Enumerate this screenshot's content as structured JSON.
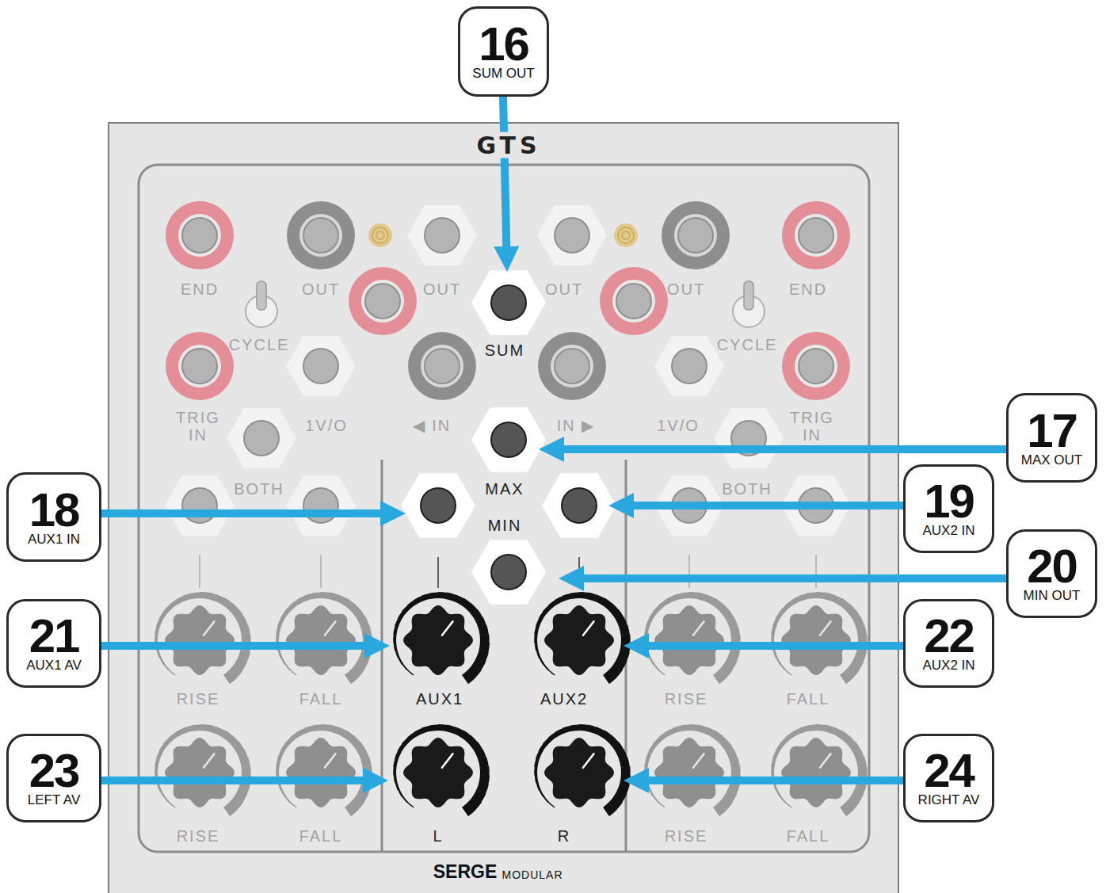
{
  "diagram": {
    "nodes": [
      {
        "text": [
          "16",
          "SUM OUT"
        ]
      },
      {
        "text": [
          "17",
          "MAX OUT"
        ]
      },
      {
        "text": [
          "18",
          "AUX1 IN"
        ]
      },
      {
        "text": [
          "19",
          "AUX2 IN"
        ]
      },
      {
        "text": [
          "20",
          "MIN OUT"
        ]
      },
      {
        "text": [
          "21",
          "AUX1 AV"
        ]
      },
      {
        "text": [
          "22",
          "AUX2 IN"
        ]
      },
      {
        "text": [
          "23",
          "LEFT AV"
        ]
      },
      {
        "text": [
          "24",
          "RIGHT AV"
        ]
      }
    ],
    "labels": [
      "GTS",
      "END",
      "OUT",
      "OUT",
      "SUM",
      "OUT",
      "OUT",
      "END",
      "CYCLE",
      "CYCLE",
      "TRIG IN",
      "1V/O",
      "◀ IN",
      "IN ▶",
      "1V/O",
      "TRIG IN",
      "BOTH",
      "MAX",
      "BOTH",
      "MIN",
      "RISE",
      "FALL",
      "AUX1",
      "AUX2",
      "RISE",
      "FALL",
      "RISE",
      "FALL",
      "L",
      "R",
      "RISE",
      "FALL",
      "SERGE",
      "MODULAR"
    ]
  }
}
